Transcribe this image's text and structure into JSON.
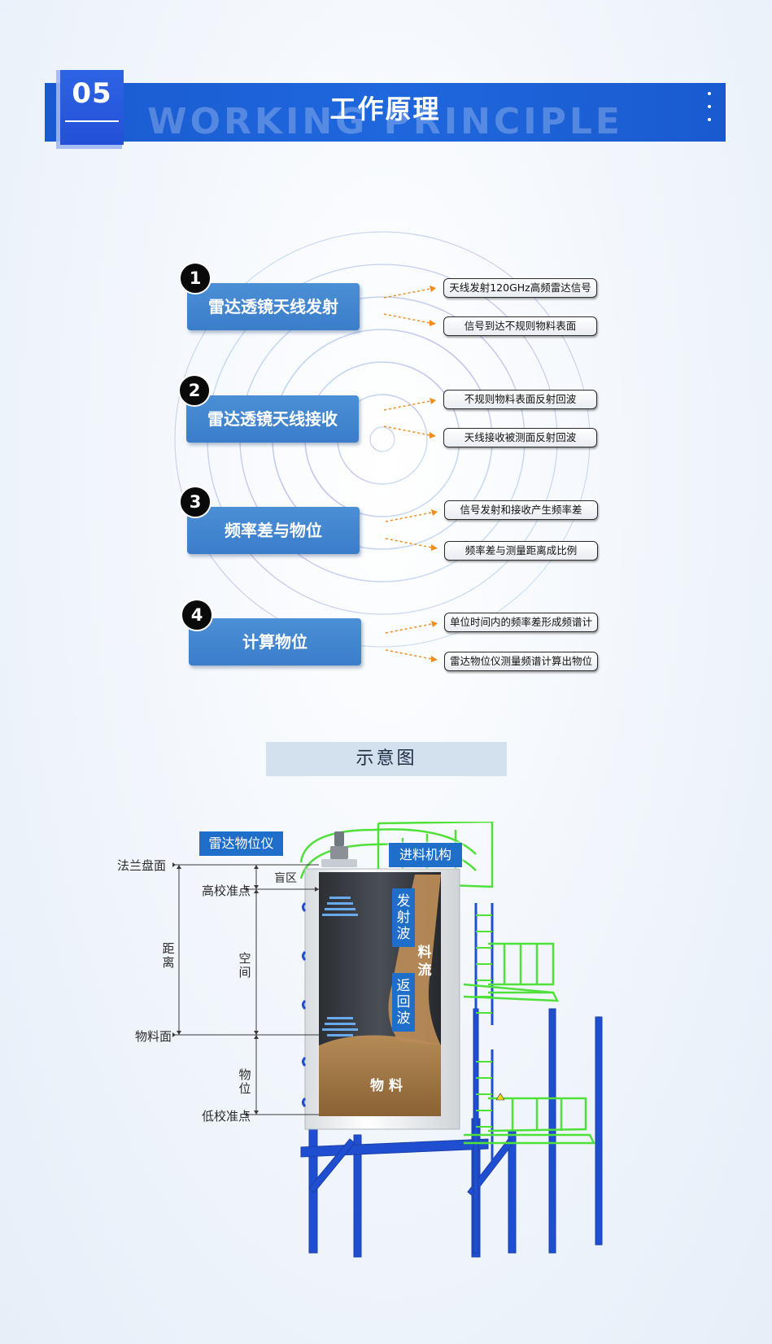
{
  "header": {
    "number": "05",
    "title": "工作原理",
    "subtitle_bg": "WORKING PRINCIPLE"
  },
  "steps": [
    {
      "num": "1",
      "label": "雷达透镜天线发射",
      "notes": [
        "天线发射120GHz高频雷达信号",
        "信号到达不规则物料表面"
      ]
    },
    {
      "num": "2",
      "label": "雷达透镜天线接收",
      "notes": [
        "不规则物料表面反射回波",
        "天线接收被测面反射回波"
      ]
    },
    {
      "num": "3",
      "label": "频率差与物位",
      "notes": [
        "信号发射和接收产生频率差",
        "频率差与测量距离成比例"
      ]
    },
    {
      "num": "4",
      "label": "计算物位",
      "notes": [
        "单位时间内的频率差形成频谱计",
        "雷达物位仪测量频谱计算出物位"
      ]
    }
  ],
  "diagram": {
    "title": "示意图",
    "labels": {
      "radar": "雷达物位仪",
      "feed": "进料机构",
      "flange": "法兰盘面",
      "high_cal": "高校准点",
      "blind": "盲区",
      "distance": "距离",
      "space": "空间",
      "material_surface": "物料面",
      "level": "物位",
      "low_cal": "低校准点",
      "emit_wave": "发射波",
      "return_wave": "返回波",
      "material_flow": "料流",
      "material": "物 料"
    }
  },
  "colors": {
    "header_blue": "#1f67dd",
    "step_blue": "#4187d0",
    "accent_orange": "#f28c1c",
    "rail_green": "#4fe03a",
    "frame_blue": "#1f4fd0",
    "tag_blue": "#1f6ec9"
  }
}
